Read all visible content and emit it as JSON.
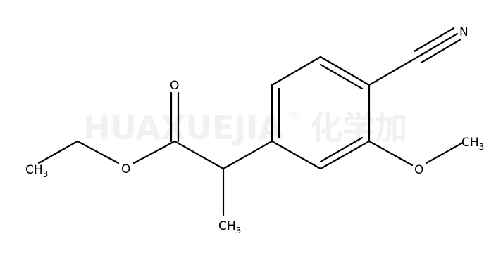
{
  "structure": {
    "atoms": {
      "carbonyl_oxygen": "O",
      "ester_oxygen": "O",
      "methoxy_oxygen": "O",
      "nitrile_nitrogen": "N",
      "ethyl_methyl": {
        "main": "CH",
        "sub": "3"
      },
      "alpha_methyl": {
        "main": "CH",
        "sub": "3"
      },
      "methoxy_methyl": {
        "main": "CH",
        "sub": "3"
      }
    }
  },
  "watermark": {
    "text": "HUAXUEJIA",
    "registered": "®",
    "chinese": "化学加"
  }
}
